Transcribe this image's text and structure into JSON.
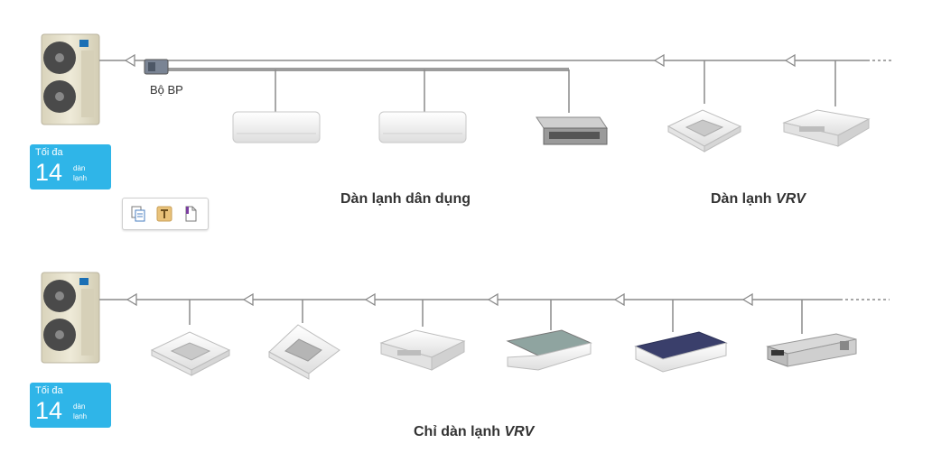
{
  "diagram_a": {
    "badge": {
      "top": "Tối đa",
      "number": "14",
      "unit_line1": "dàn",
      "unit_line2": "lạnh"
    },
    "bp_label": "Bộ BP",
    "caption_residential": "Dàn lạnh dân dụng",
    "caption_vrv_prefix": "Dàn lạnh ",
    "caption_vrv_emph": "VRV"
  },
  "diagram_b": {
    "badge": {
      "top": "Tối đa",
      "number": "14",
      "unit_line1": "dàn",
      "unit_line2": "lạnh"
    },
    "caption_prefix": "Chỉ dàn lạnh ",
    "caption_emph": "VRV"
  },
  "toolbar": {
    "icons": [
      "copy-icon",
      "text-format-icon",
      "page-icon"
    ]
  },
  "colors": {
    "badge": "#2fb5e8",
    "pipe": "#8a8a8a",
    "unit_beige": "#e6e1cc",
    "brand_blue": "#1a6fb5"
  }
}
